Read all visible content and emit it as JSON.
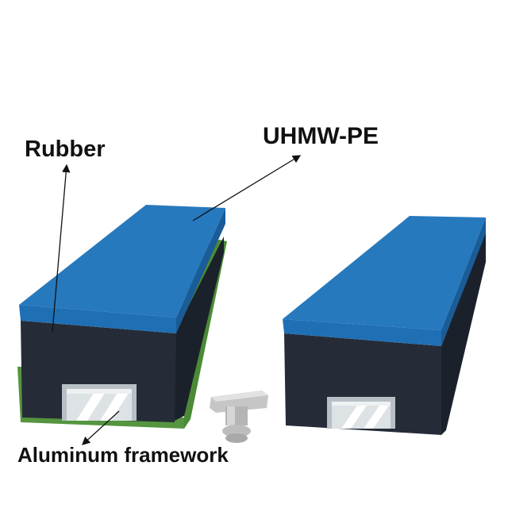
{
  "labels": {
    "rubber": "Rubber",
    "uhmw_pe": "UHMW-PE",
    "aluminum_framework": "Aluminum framework"
  },
  "colors": {
    "uhmw_top": "#2779bd",
    "uhmw_side": "#1f63a3",
    "rubber_front": "#252c37",
    "rubber_side": "#1b212b",
    "green_frame": "#55953f",
    "aluminum": "#b8c0c6",
    "aluminum_light": "#dde2e5",
    "bolt": "#c6c6c6",
    "arrow": "#111111"
  }
}
